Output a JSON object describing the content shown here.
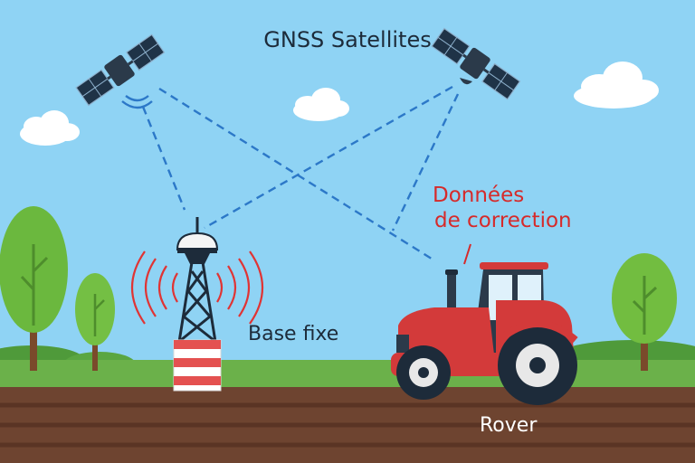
{
  "title": "GNSS Satellites",
  "base_label": "Base fixe",
  "correction_label": {
    "line1": "Données",
    "line2": "de correction"
  },
  "rover_label": "Rover",
  "colors": {
    "sky": "#8fd3f4",
    "grass": "#6bb14a",
    "soil": "#6e4430",
    "link": "#2c78c8",
    "tractor": "#d33a3a",
    "signal": "#e03434"
  }
}
